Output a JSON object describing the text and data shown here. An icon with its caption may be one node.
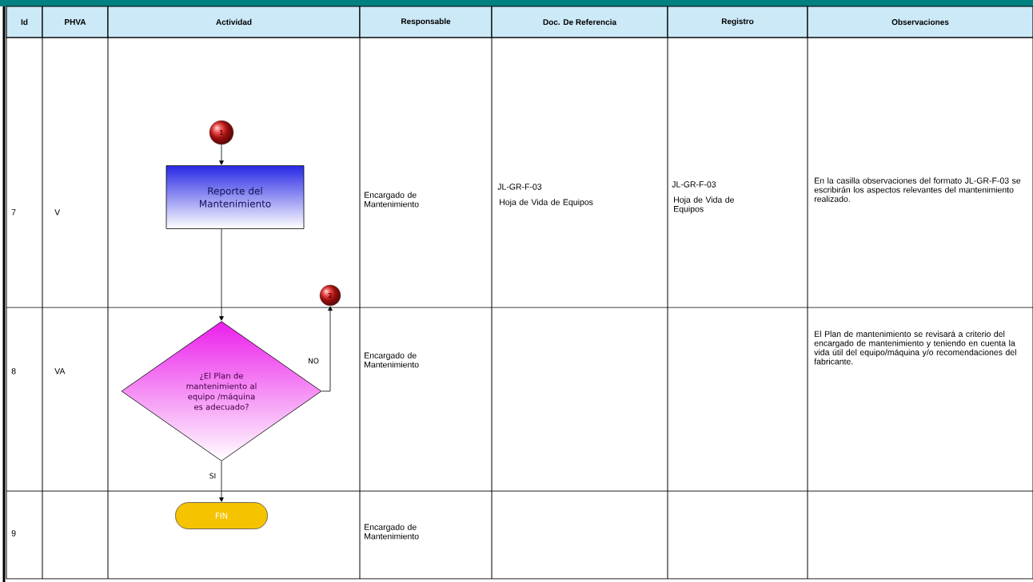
{
  "diagram": {
    "nodes": [
      {
        "text": [
          "1"
        ]
      },
      {
        "text": [
          "Reporte del Mantenimiento"
        ]
      },
      {
        "text": [
          "¿El Plan de mantenimiento al equipo /máquina es adecuado?"
        ]
      },
      {
        "text": [
          "2"
        ]
      },
      {
        "text": [
          "FIN"
        ]
      }
    ],
    "edges": [
      {
        "from": 0,
        "to": 1,
        "arrow": "to"
      },
      {
        "from": 1,
        "to": 2,
        "arrow": "to"
      },
      {
        "from": 2,
        "to": 3,
        "arrow": "to",
        "label": "NO"
      },
      {
        "from": 2,
        "to": 4,
        "arrow": "to",
        "label": "SI"
      }
    ],
    "labels": [
      "Id",
      "PHVA",
      "Actividad",
      "Responsable",
      "Doc. De Referencia",
      "Registro",
      "Observaciones",
      "7",
      "V",
      "Encargado de Mantenimiento",
      "JL-GR-F-03",
      "Hoja de Vida de Equipos",
      "JL-GR-F-03",
      "Hoja de Vida de Equipos",
      "En la casilla observaciones del formato JL-GR-F-03 se escribirán los aspectos relevantes del mantenimiento realizado.",
      "8",
      "VA",
      "Encargado de Mantenimiento",
      "El Plan de mantenimiento se revisará a criterio del encargado de mantenimiento y teniendo en cuenta la vida útil del equipo/máquina y/o recomendaciones del fabricante.",
      "9",
      "Encargado de Mantenimiento"
    ]
  }
}
